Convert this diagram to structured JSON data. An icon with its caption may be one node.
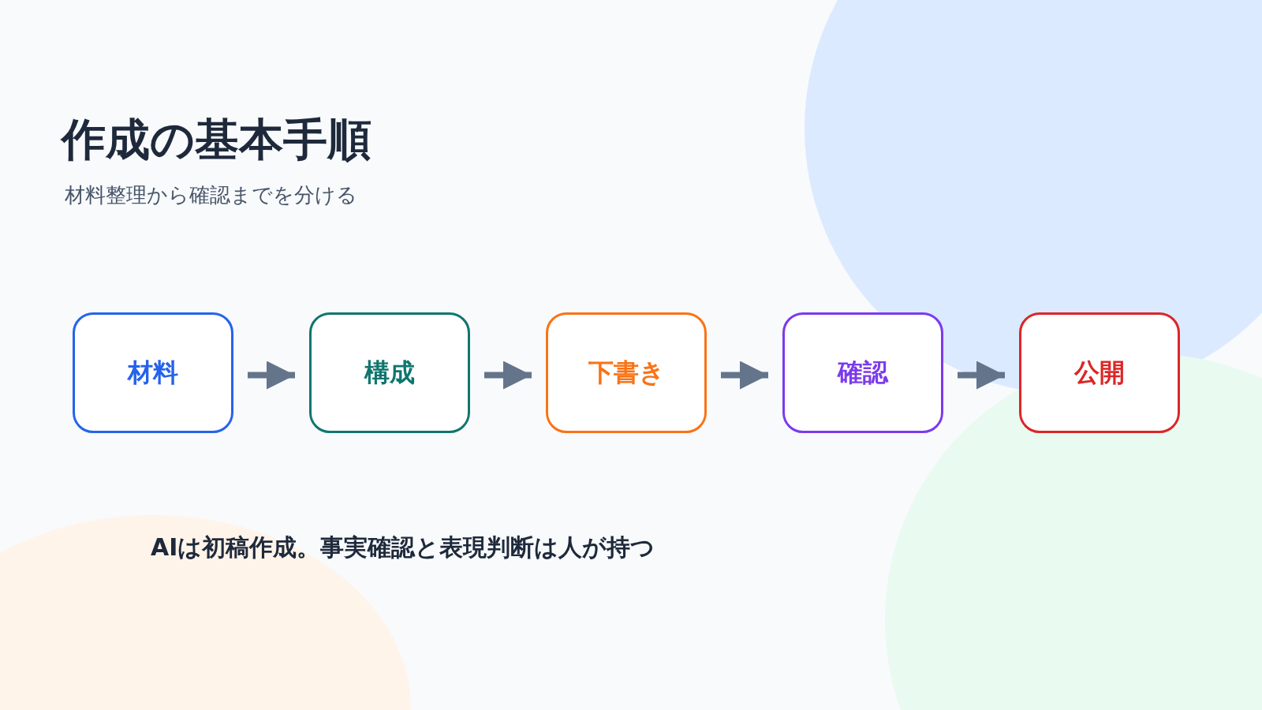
{
  "diagram": {
    "title": "作成の基本手順",
    "nodes": [
      {
        "text": [
          "材料"
        ]
      },
      {
        "text": [
          "構成"
        ]
      },
      {
        "text": [
          "下書き"
        ]
      },
      {
        "text": [
          "確認"
        ]
      },
      {
        "text": [
          "公開"
        ]
      }
    ],
    "edges": [
      {
        "from": 0,
        "to": 1,
        "arrow": "to"
      },
      {
        "from": 1,
        "to": 2,
        "arrow": "to"
      },
      {
        "from": 2,
        "to": 3,
        "arrow": "to"
      },
      {
        "from": 3,
        "to": 4,
        "arrow": "to"
      }
    ],
    "labels": [
      "材料整理から確認までを分ける",
      "AIは初稿作成。事実確認と表現判断は人が持つ"
    ]
  }
}
